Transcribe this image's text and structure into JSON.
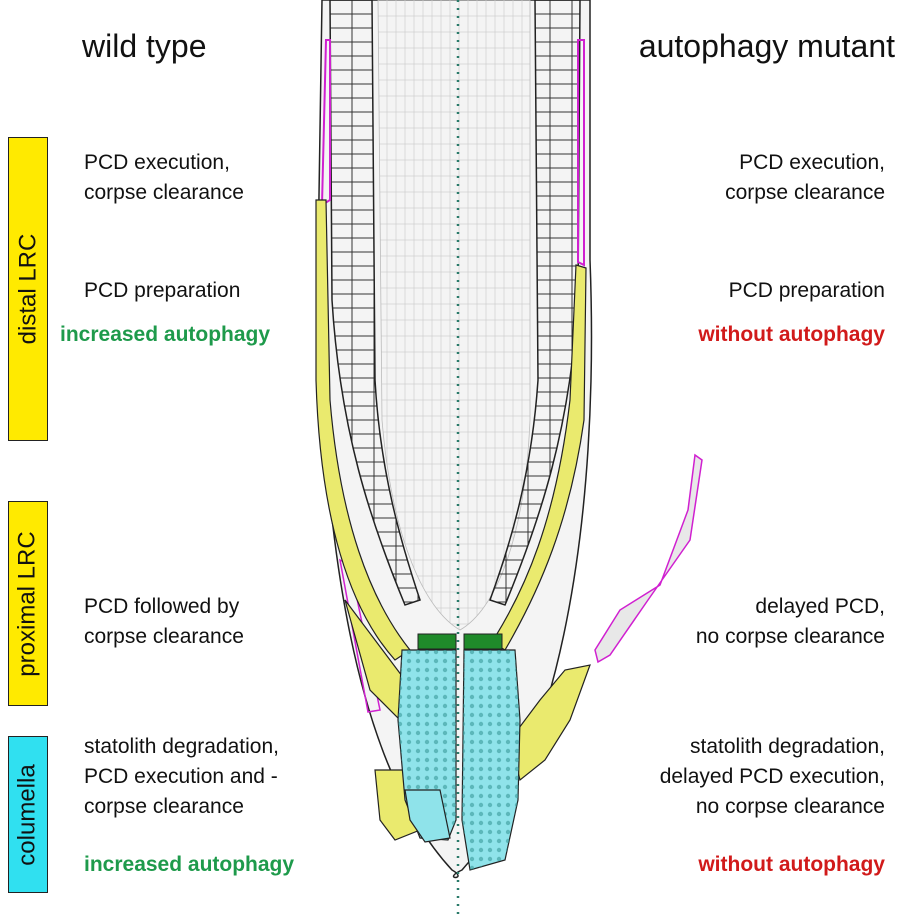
{
  "headings": {
    "left": "wild type",
    "right": "autophagy mutant"
  },
  "zones": [
    {
      "label": "distal LRC",
      "color": "#ffea00"
    },
    {
      "label": "proximal LRC",
      "color": "#ffea00"
    },
    {
      "label": "columella",
      "color": "#30e0f0"
    }
  ],
  "left_notes": {
    "n1": [
      "PCD execution,",
      "corpse clearance"
    ],
    "n2": "PCD preparation",
    "n2_highlight": "increased autophagy",
    "n3": [
      "PCD followed by",
      "corpse clearance"
    ],
    "n4": [
      "statolith degradation,",
      "PCD execution and -",
      "corpse clearance"
    ],
    "n4_highlight": "increased autophagy"
  },
  "right_notes": {
    "n1": [
      "PCD execution,",
      "corpse clearance"
    ],
    "n2": "PCD preparation",
    "n2_highlight": "without autophagy",
    "n3": [
      "delayed PCD,",
      "no corpse clearance"
    ],
    "n4": [
      "statolith degradation,",
      "delayed PCD execution,",
      "no corpse clearance"
    ],
    "n4_highlight": "without autophagy"
  },
  "colors": {
    "lrc_fill": "#eaea6e",
    "columella_fill": "#8fe3ea",
    "stem_cell_fill": "#1f8a2a",
    "dying_cell_outline": "#d020d0",
    "midline": "#2a7a6a",
    "increased": "#1e9a4b",
    "without": "#d11a1a"
  }
}
